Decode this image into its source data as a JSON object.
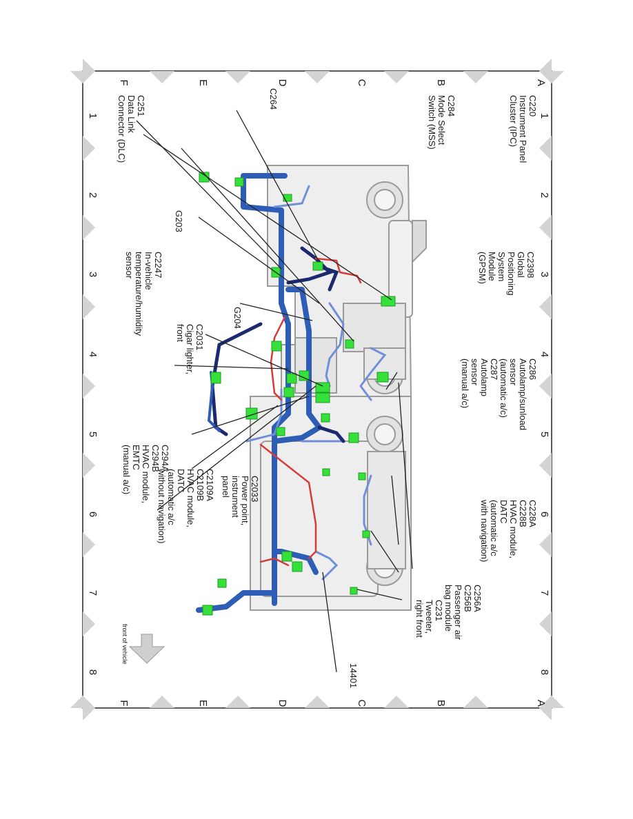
{
  "grid": {
    "letters": [
      "A",
      "B",
      "C",
      "D",
      "E",
      "F"
    ],
    "numbers": [
      "1",
      "2",
      "3",
      "4",
      "5",
      "6",
      "7",
      "8"
    ]
  },
  "labels": {
    "c220": [
      "C220",
      "Instrument Panel",
      "Cluster (IPC)"
    ],
    "c284": [
      "C284",
      "Mode Select",
      "Switch (MSS)"
    ],
    "c264": [
      "C264"
    ],
    "c251": [
      "C251",
      "Data Link",
      "Connector (DLC)"
    ],
    "c2398": [
      "C2398",
      "Global",
      "Positioning",
      "System",
      "Module",
      "(GPSM)"
    ],
    "g203": [
      "G203"
    ],
    "c2247": [
      "C2247",
      "In-vehicle",
      "temperature/humidity",
      "sensor"
    ],
    "g204": [
      "G204"
    ],
    "c2031": [
      "C2031",
      "Cigar lighter,",
      "front"
    ],
    "c286": [
      "C286",
      "Autolamp/sunload",
      "sensor",
      "(automatic a/c)",
      "C287",
      "Autolamp",
      "sensor",
      "(manual a/c)"
    ],
    "c294": [
      "C294A",
      "C294B",
      "HVAC module,",
      "EMTC",
      "(manual a/c)"
    ],
    "c2109": [
      "C2109A",
      "C2109B",
      "HVAC module,",
      "DATC",
      "(automatic a/c",
      "without navigation)"
    ],
    "c2033": [
      "C2033",
      "Power point,",
      "instrument",
      "panel"
    ],
    "c228": [
      "C228A",
      "C228B",
      "HVAC module,",
      "DATC",
      "(automatic a/c",
      "with navigation)"
    ],
    "c256": [
      "C256A",
      "C256B",
      "Passenger air",
      "bag module"
    ],
    "c231": [
      "C231",
      "Tweeter,",
      "right front"
    ],
    "harness": [
      "14401"
    ],
    "front": [
      "front of vehicle"
    ]
  },
  "colors": {
    "wire_blue": "#2e5db5",
    "wire_light": "#6f8fd8",
    "wire_red": "#d83a3a",
    "wire_dark": "#1b2a6e",
    "connector": "#35e03a",
    "panel_fill": "#eeeeee",
    "panel_stroke": "#9a9a9a",
    "triangle": "#d3d3d3",
    "arrow_fill": "#cfcfcf"
  }
}
